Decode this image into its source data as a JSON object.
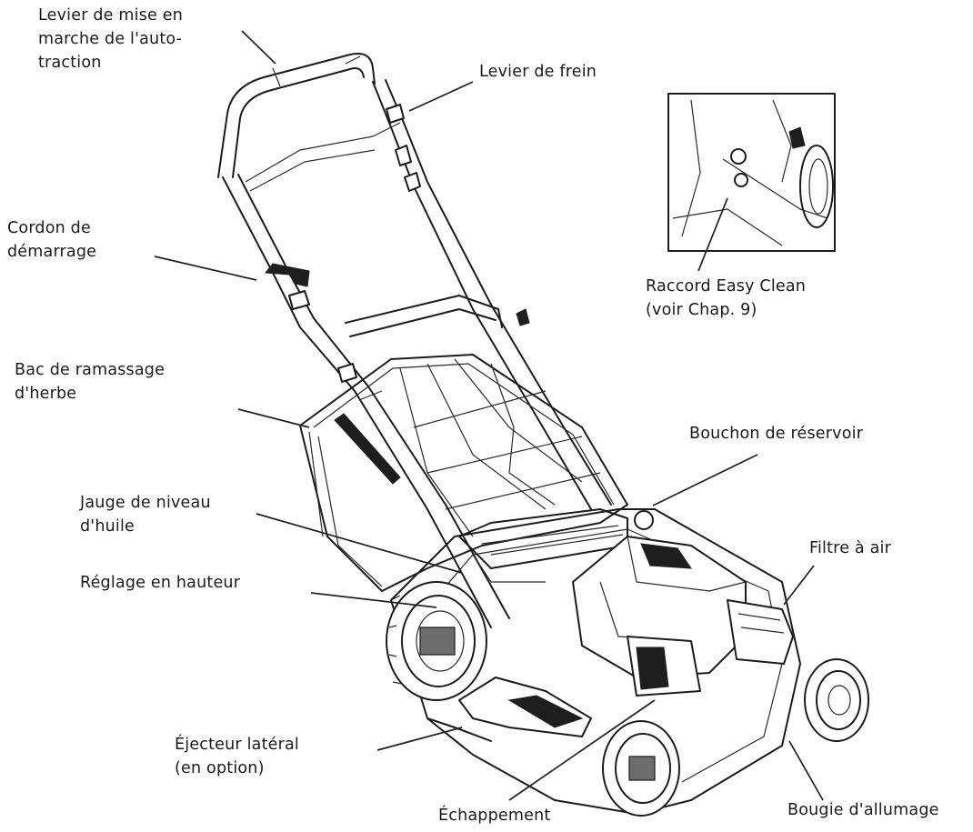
{
  "labels": {
    "self_propel_lever": "Levier de mise en\nmarche de l'auto-\ntraction",
    "brake_lever": "Levier de frein",
    "starter_cord": "Cordon de\ndémarrage",
    "grass_bag": "Bac de ramassage\nd'herbe",
    "oil_dipstick": "Jauge de niveau\nd'huile",
    "height_adjust": "Réglage en hauteur",
    "side_ejector": "Éjecteur latéral\n(en option)",
    "exhaust": "Échappement",
    "spark_plug": "Bougie d'allumage",
    "air_filter": "Filtre à air",
    "fuel_cap": "Bouchon de réservoir",
    "easy_clean": "Raccord Easy Clean\n(voir Chap. 9)"
  },
  "colors": {
    "line": "#1c1c1c",
    "text": "#1a1a1a",
    "background": "#ffffff"
  }
}
